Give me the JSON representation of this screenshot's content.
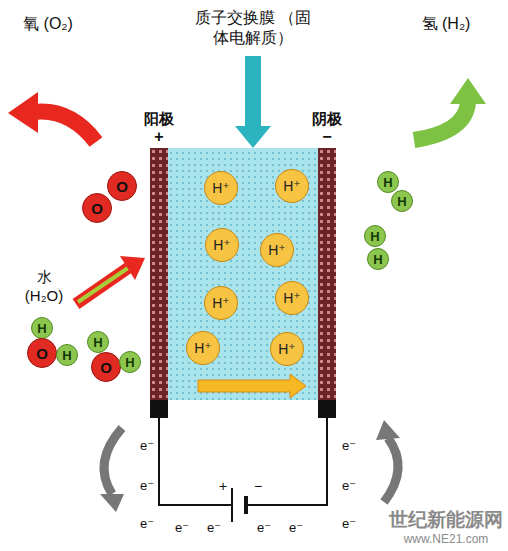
{
  "diagram": {
    "nodes": [
      {
        "text": [
          "阳极",
          "+"
        ]
      },
      {
        "text": [
          "阴极",
          "−"
        ]
      },
      {
        "text": [
          "H⁺"
        ]
      },
      {
        "text": [
          "H⁺"
        ]
      },
      {
        "text": [
          "H⁺"
        ]
      },
      {
        "text": [
          "H⁺"
        ]
      },
      {
        "text": [
          "H⁺"
        ]
      },
      {
        "text": [
          "H⁺"
        ]
      },
      {
        "text": [
          "H⁺"
        ]
      },
      {
        "text": [
          "H⁺"
        ]
      },
      {
        "text": [
          "O"
        ]
      },
      {
        "text": [
          "O"
        ]
      },
      {
        "text": [
          "H"
        ]
      },
      {
        "text": [
          "H"
        ]
      },
      {
        "text": [
          "H"
        ]
      },
      {
        "text": [
          "H"
        ]
      },
      {
        "text": [
          "H"
        ]
      },
      {
        "text": [
          "O"
        ]
      },
      {
        "text": [
          "H"
        ]
      },
      {
        "text": [
          "H"
        ]
      },
      {
        "text": [
          "O"
        ]
      },
      {
        "text": [
          "H"
        ]
      }
    ],
    "labels": [
      "质子交换膜 （固体电解质）",
      "氧 (O₂)",
      "氢 (H₂)",
      "水 (H₂O)",
      "+",
      "−",
      "e⁻",
      "e⁻",
      "e⁻",
      "e⁻",
      "e⁻",
      "e⁻",
      "e⁻",
      "e⁻",
      "e⁻",
      "e⁻",
      "世纪新能源网",
      "www.NE21.com"
    ]
  }
}
